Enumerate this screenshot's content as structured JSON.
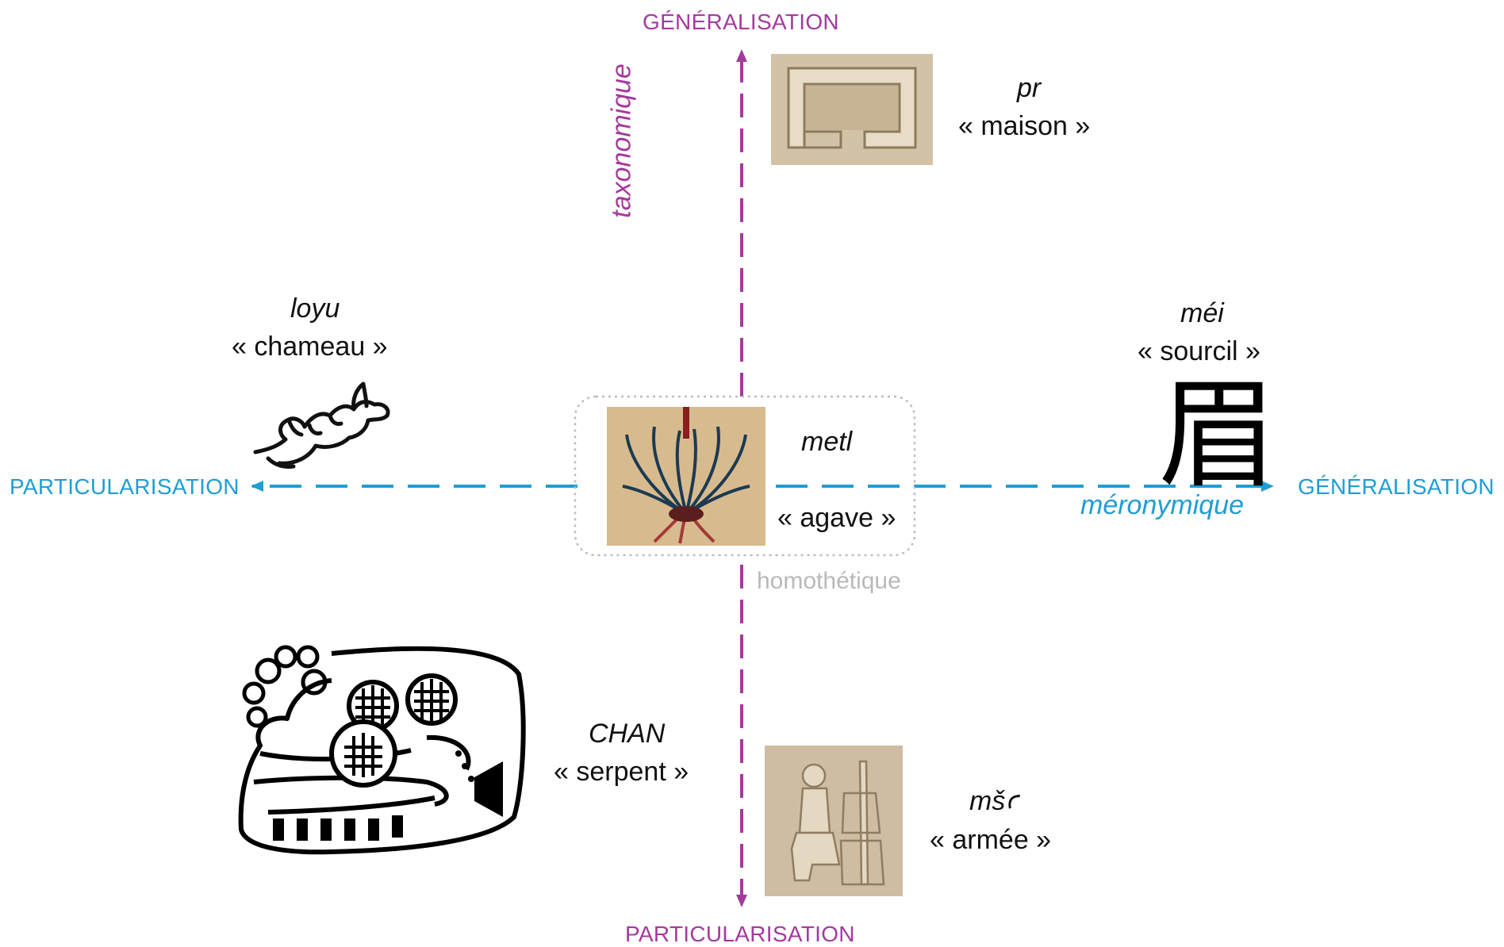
{
  "axes": {
    "vertical": {
      "top_label": "GÉNÉRALISATION",
      "bottom_label": "PARTICULARISATION",
      "relation": "taxonomique",
      "color": "#a43a9c"
    },
    "horizontal": {
      "left_label": "PARTICULARISATION",
      "right_label": "GÉNÉRALISATION",
      "relation": "méronymique",
      "color": "#1f9ed3"
    },
    "center_relation": "homothétique"
  },
  "center": {
    "translit": "metl",
    "gloss": "« agave »",
    "image_icon": "agave-glyph"
  },
  "top": {
    "translit": "pr",
    "gloss": "« maison »",
    "image_icon": "house-hieroglyph"
  },
  "bottom": {
    "translit": "mšꜥ",
    "gloss": "« armée »",
    "image_icon": "army-hieroglyph"
  },
  "left": {
    "translit": "loyu",
    "gloss": "« chameau »",
    "image_icon": "camel-glyph"
  },
  "right": {
    "translit": "méi",
    "gloss": "« sourcil »",
    "hanzi": "眉"
  },
  "bottom_left": {
    "translit": "CHAN",
    "gloss": "« serpent »",
    "image_icon": "serpent-glyph"
  }
}
